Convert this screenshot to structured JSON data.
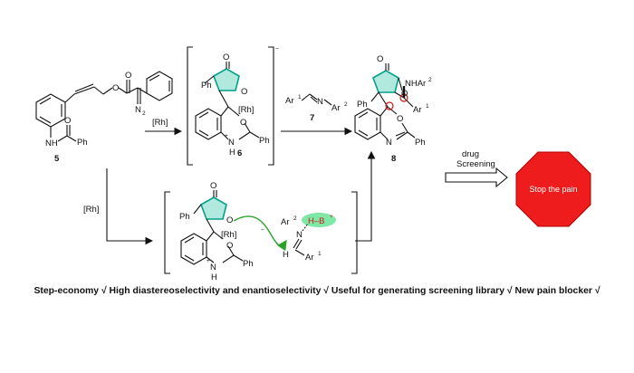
{
  "scheme": {
    "catalyst_label": "[Rh]",
    "catalyst_label_lower": "[Rh]",
    "compound_5_label": "5",
    "compound_6_label": "6",
    "compound_7_label": "7",
    "compound_8_label": "8",
    "rh_anion": "[Rh]",
    "rh_anion_lower": "[Rh]",
    "ph": "Ph",
    "n2": "N",
    "ar1": "Ar",
    "ar2": "Ar",
    "nhar2": "NHAr",
    "hb": "H–B",
    "drug_label": "drug",
    "screening_label": "Screening",
    "stop_sign_text": "Stop the pain",
    "atoms": {
      "O": "O",
      "N": "N",
      "H": "H",
      "NH": "NH"
    },
    "sup1": "1",
    "sup2": "2",
    "plus": "+",
    "minus": "−",
    "sub2": "2"
  },
  "caption": "Step-economy √  High diastereoselectivity and enantioselectivity  √ Useful for generating screening library  √  New pain blocker √",
  "colors": {
    "lactone_ring": "#00a08a",
    "lactone_fill": "#22c0a0",
    "curved_arrow": "#2aa22a",
    "hb_bubble": "#7fe8a6",
    "hb_text": "#d01515",
    "stereocenter": "#d01515",
    "stop_sign": "#ee1c1c",
    "stop_text": "#ffffff"
  }
}
